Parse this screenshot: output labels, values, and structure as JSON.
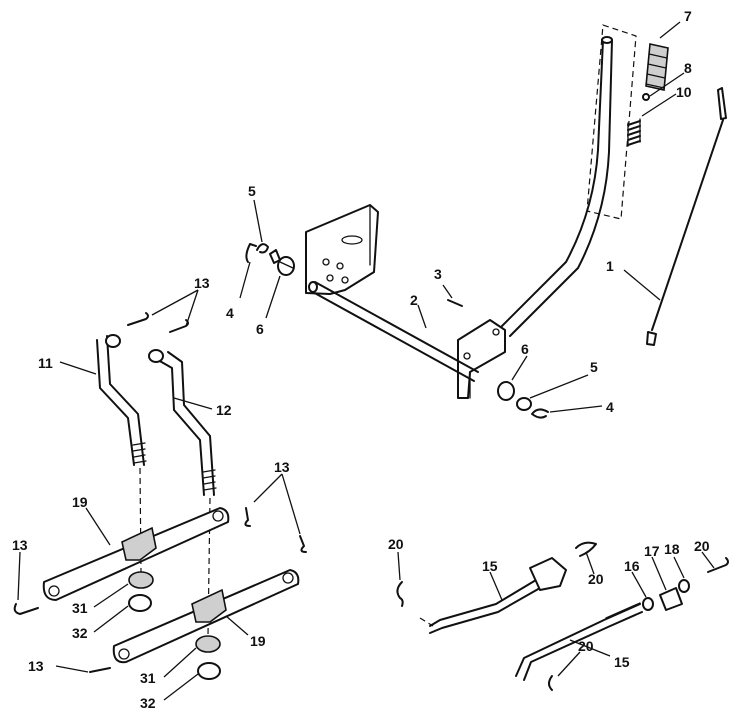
{
  "diagram": {
    "callouts": [
      {
        "id": "c1",
        "text": "1"
      },
      {
        "id": "c2",
        "text": "2"
      },
      {
        "id": "c3",
        "text": "3"
      },
      {
        "id": "c4a",
        "text": "4"
      },
      {
        "id": "c4b",
        "text": "4"
      },
      {
        "id": "c5a",
        "text": "5"
      },
      {
        "id": "c5b",
        "text": "5"
      },
      {
        "id": "c6a",
        "text": "6"
      },
      {
        "id": "c6b",
        "text": "6"
      },
      {
        "id": "c7",
        "text": "7"
      },
      {
        "id": "c8",
        "text": "8"
      },
      {
        "id": "c10",
        "text": "10"
      },
      {
        "id": "c11",
        "text": "11"
      },
      {
        "id": "c12",
        "text": "12"
      },
      {
        "id": "c13a",
        "text": "13"
      },
      {
        "id": "c13b",
        "text": "13"
      },
      {
        "id": "c13c",
        "text": "13"
      },
      {
        "id": "c13d",
        "text": "13"
      },
      {
        "id": "c15a",
        "text": "15"
      },
      {
        "id": "c15b",
        "text": "15"
      },
      {
        "id": "c16",
        "text": "16"
      },
      {
        "id": "c17",
        "text": "17"
      },
      {
        "id": "c18",
        "text": "18"
      },
      {
        "id": "c19a",
        "text": "19"
      },
      {
        "id": "c19b",
        "text": "19"
      },
      {
        "id": "c20a",
        "text": "20"
      },
      {
        "id": "c20b",
        "text": "20"
      },
      {
        "id": "c20c",
        "text": "20"
      },
      {
        "id": "c20d",
        "text": "20"
      },
      {
        "id": "c31a",
        "text": "31"
      },
      {
        "id": "c31b",
        "text": "31"
      },
      {
        "id": "c32a",
        "text": "32"
      },
      {
        "id": "c32b",
        "text": "32"
      }
    ]
  }
}
